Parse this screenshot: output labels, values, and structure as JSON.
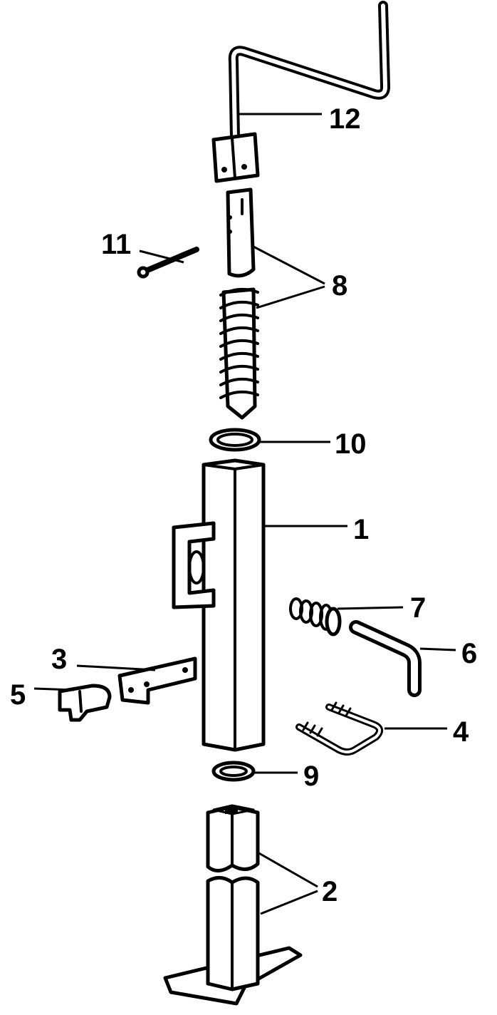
{
  "callouts": [
    {
      "id": "1",
      "text": "1"
    },
    {
      "id": "2",
      "text": "2"
    },
    {
      "id": "3",
      "text": "3"
    },
    {
      "id": "4",
      "text": "4"
    },
    {
      "id": "5",
      "text": "5"
    },
    {
      "id": "6",
      "text": "6"
    },
    {
      "id": "7",
      "text": "7"
    },
    {
      "id": "8",
      "text": "8"
    },
    {
      "id": "9",
      "text": "9"
    },
    {
      "id": "10",
      "text": "10"
    },
    {
      "id": "11",
      "text": "11"
    },
    {
      "id": "12",
      "text": "12"
    }
  ],
  "colors": {
    "ink": "#000000",
    "paper": "#ffffff"
  }
}
